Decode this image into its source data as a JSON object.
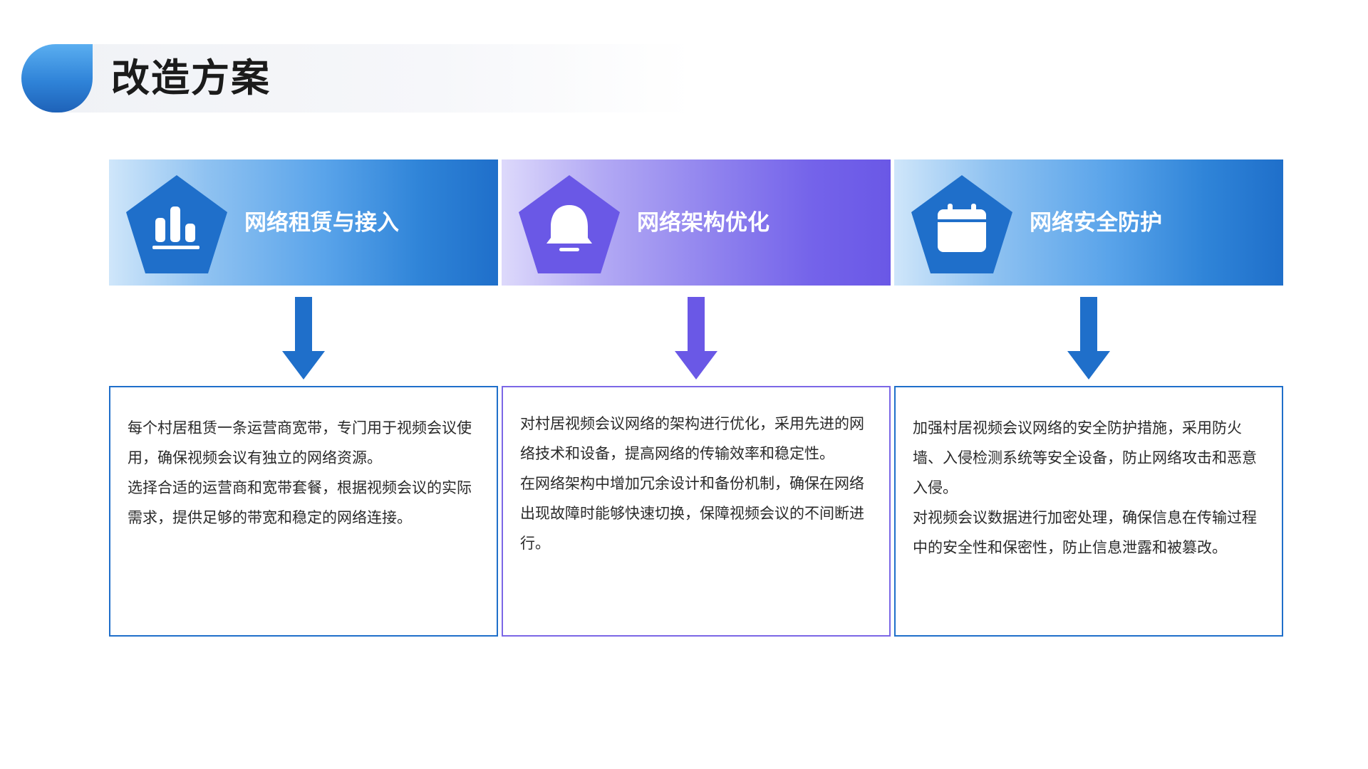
{
  "page": {
    "title": "改造方案"
  },
  "colors": {
    "blue_accent": "#1f6fca",
    "purple_accent": "#6a58e6",
    "title_badge": "#2f83d8"
  },
  "columns": [
    {
      "icon": "bar-chart-icon",
      "title": "网络租赁与接入",
      "paragraphs": [
        "每个村居租赁一条运营商宽带，专门用于视频会议使用，确保视频会议有独立的网络资源。",
        "选择合适的运营商和宽带套餐，根据视频会议的实际需求，提供足够的带宽和稳定的网络连接。"
      ]
    },
    {
      "icon": "bell-icon",
      "title": "网络架构优化",
      "paragraphs": [
        "对村居视频会议网络的架构进行优化，采用先进的网络技术和设备，提高网络的传输效率和稳定性。",
        "在网络架构中增加冗余设计和备份机制，确保在网络出现故障时能够快速切换，保障视频会议的不间断进行。"
      ]
    },
    {
      "icon": "calendar-icon",
      "title": "网络安全防护",
      "paragraphs": [
        "加强村居视频会议网络的安全防护措施，采用防火墙、入侵检测系统等安全设备，防止网络攻击和恶意入侵。",
        "对视频会议数据进行加密处理，确保信息在传输过程中的安全性和保密性，防止信息泄露和被篡改。"
      ]
    }
  ]
}
